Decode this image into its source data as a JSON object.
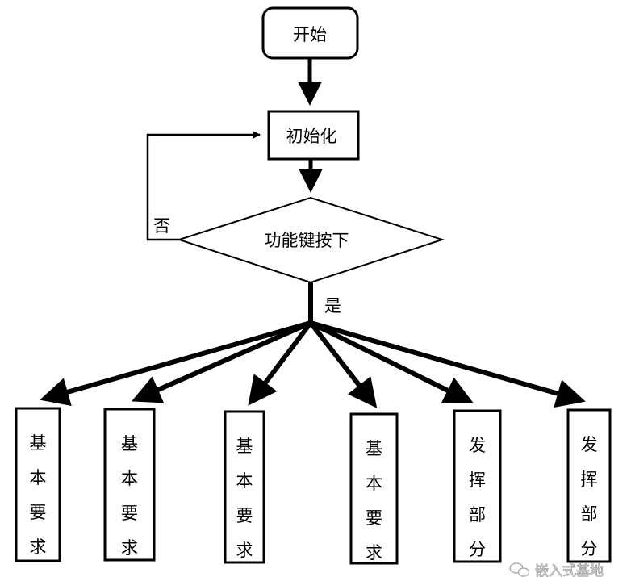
{
  "start": "开始",
  "init": "初始化",
  "decision": "功能键按下",
  "no_label": "否",
  "yes_label": "是",
  "boxes": [
    {
      "chars": [
        "基",
        "本",
        "要",
        "求"
      ]
    },
    {
      "chars": [
        "基",
        "本",
        "要",
        "求"
      ]
    },
    {
      "chars": [
        "基",
        "本",
        "要",
        "求"
      ]
    },
    {
      "chars": [
        "基",
        "本",
        "要",
        "求"
      ]
    },
    {
      "chars": [
        "发",
        "挥",
        "部",
        "分"
      ]
    },
    {
      "chars": [
        "发",
        "挥",
        "部",
        "分"
      ]
    }
  ],
  "watermark": "嵌入式基地",
  "watermark_icon": "wechat-icon"
}
